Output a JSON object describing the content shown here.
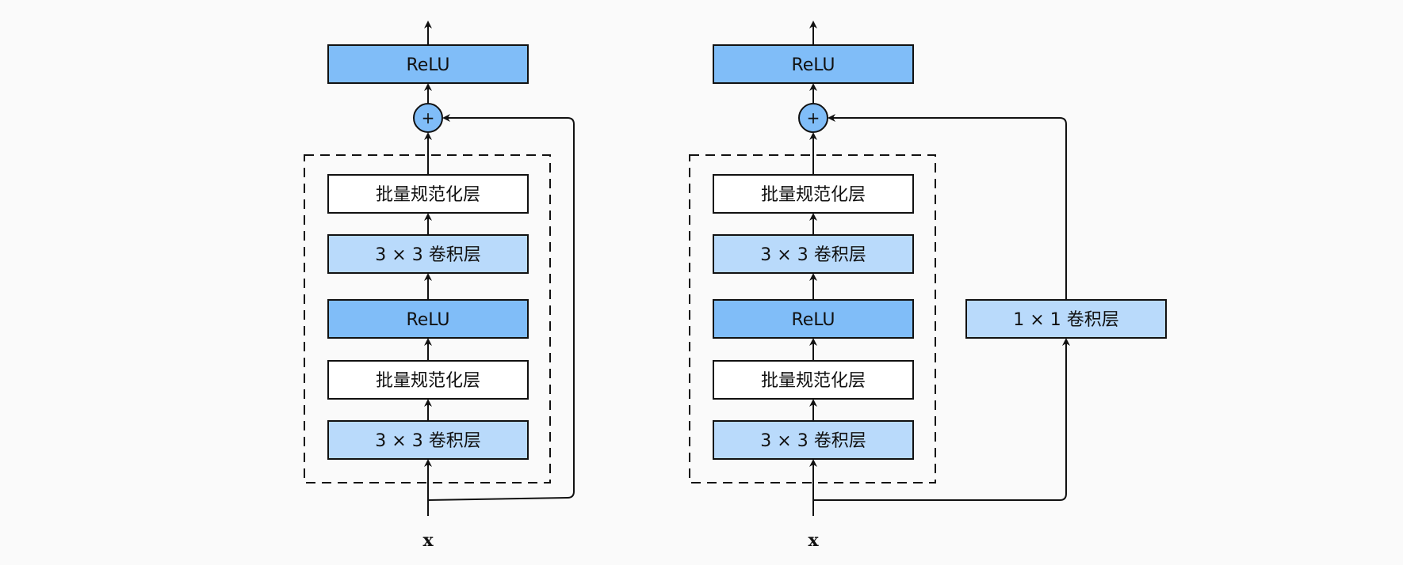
{
  "colors": {
    "background": "#fafafa",
    "relu_fill": "#80bdf8",
    "conv_fill": "#b9dafb",
    "bn_fill": "#ffffff",
    "add_fill": "#80bdf8",
    "stroke": "#111111"
  },
  "left_block": {
    "relu_top": "ReLU",
    "add": "+",
    "bn_top": "批量规范化层",
    "conv_top": "3 × 3 卷积层",
    "relu_mid": "ReLU",
    "bn_bottom": "批量规范化层",
    "conv_bottom": "3 × 3 卷积层",
    "input": "x"
  },
  "right_block": {
    "relu_top": "ReLU",
    "add": "+",
    "bn_top": "批量规范化层",
    "conv_top": "3 × 3 卷积层",
    "relu_mid": "ReLU",
    "bn_bottom": "批量规范化层",
    "conv_bottom": "3 × 3 卷积层",
    "shortcut_conv": "1 × 1 卷积层",
    "input": "x"
  }
}
